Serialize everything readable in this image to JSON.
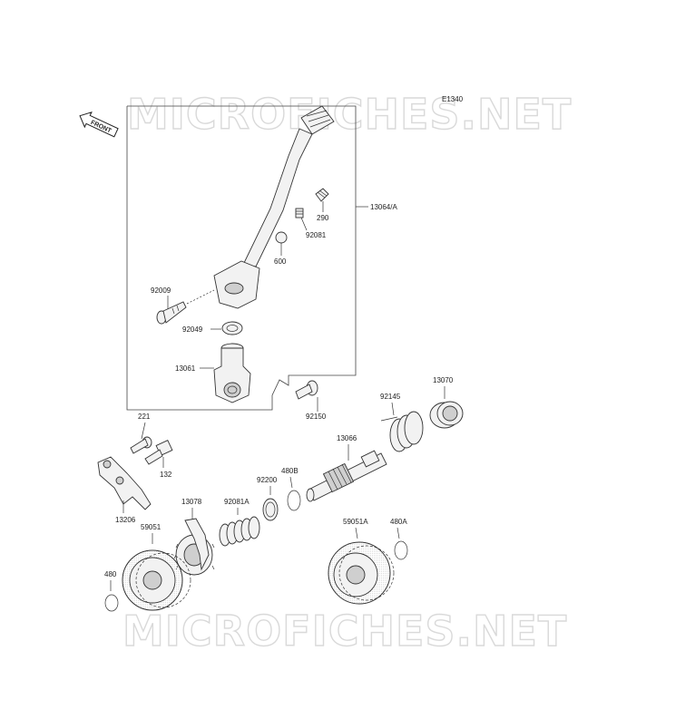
{
  "diagram_code": "E1340",
  "watermark": "MICROFICHES.NET",
  "front_arrow_text": "FRONT",
  "parts": {
    "p13064A": "13064/A",
    "p290": "290",
    "p92081": "92081",
    "p600": "600",
    "p92009": "92009",
    "p92049": "92049",
    "p13061": "13061",
    "p92150": "92150",
    "p221": "221",
    "p132": "132",
    "p13206": "13206",
    "p13078": "13078",
    "p92081A": "92081A",
    "p92200": "92200",
    "p480B": "480B",
    "p13066": "13066",
    "p92145": "92145",
    "p13070": "13070",
    "p59051": "59051",
    "p480": "480",
    "p59051A": "59051A",
    "p480A": "480A"
  }
}
